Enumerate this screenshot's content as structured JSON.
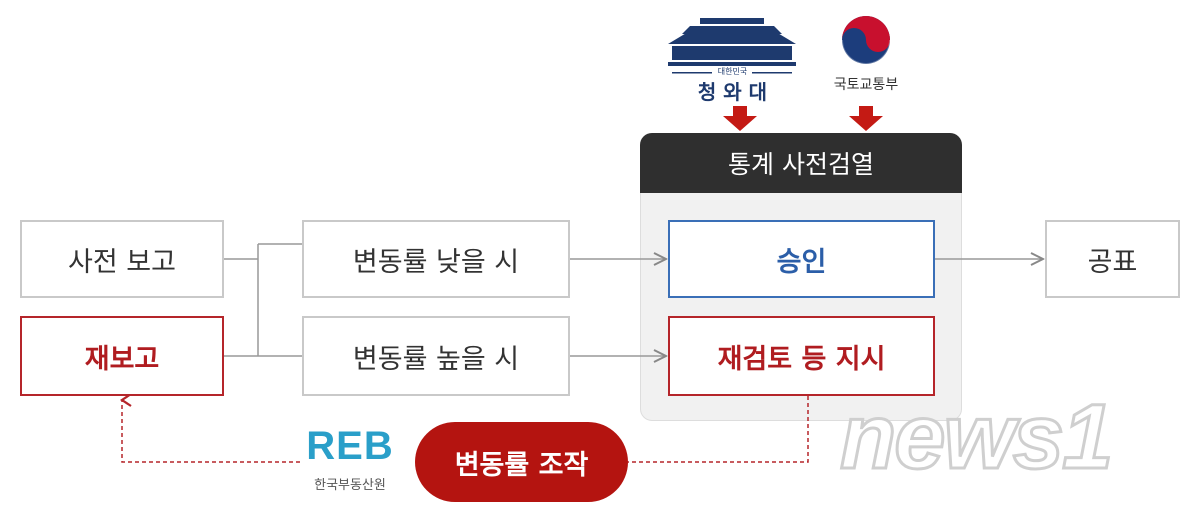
{
  "boxes": {
    "pre_report": "사전 보고",
    "re_report": "재보고",
    "low_rate": "변동률 낮을 시",
    "high_rate": "변동률 높을 시",
    "approve": "승인",
    "review_order": "재검토 등 지시",
    "publish": "공표"
  },
  "panel_title": "통계 사전검열",
  "manipulation": "변동률 조작",
  "logos": {
    "blue_house_small": "대한민국",
    "blue_house": "청 와 대",
    "molit": "국토교통부",
    "reb": "REB",
    "reb_name": "한국부동산원"
  },
  "watermark": "news1",
  "colors": {
    "red": "#b41410",
    "blue": "#2b5ea8",
    "dark": "#2f2f2f"
  }
}
